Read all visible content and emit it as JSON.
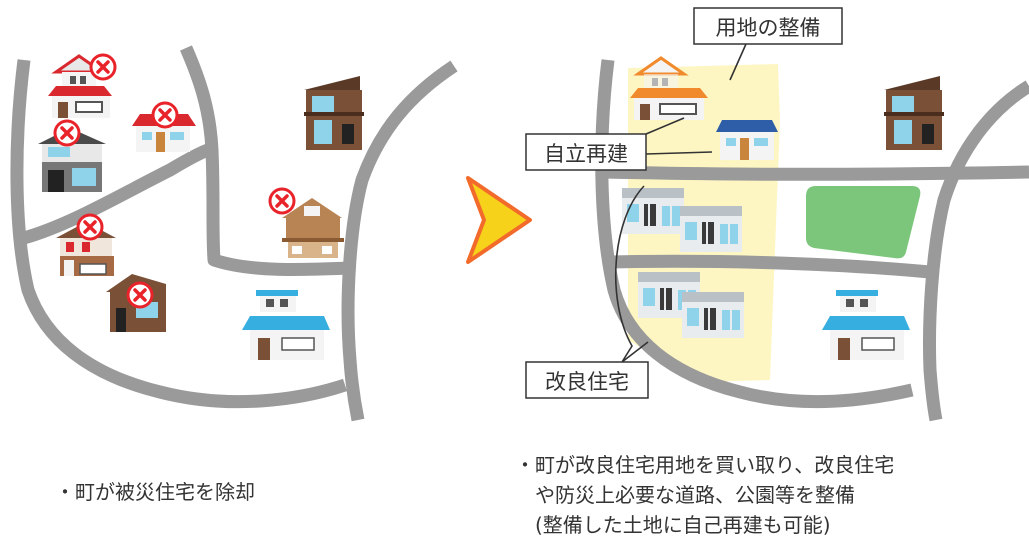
{
  "colors": {
    "road": "#9a9a9a",
    "land_highlight": "#fdf6c3",
    "park": "#7cc67c",
    "arrow_fill": "#f7d21b",
    "arrow_stroke": "#f26b2a",
    "cross_mark": "#e8232a",
    "red_roof": "#d9282e",
    "orange_roof": "#f08a2c",
    "blue_roof": "#2f5ea8",
    "cyan_roof": "#37aee0",
    "dark_roof": "#4a4a4a",
    "brown_house": "#7a5037",
    "window": "#8fd3ea"
  },
  "before": {
    "caption_bullet": "・",
    "caption": "町が被災住宅を除却",
    "removal_mark_icon": "cross-mark-icon"
  },
  "after": {
    "label_land": "用地の整備",
    "label_rebuild": "自立再建",
    "label_improved_housing": "改良住宅",
    "caption_bullet": "・",
    "caption_line1": "町が改良住宅用地を買い取り、改良住宅",
    "caption_line2": "や防災上必要な道路、公園等を整備",
    "caption_line3": "(整備した土地に自己再建も可能)"
  },
  "transition_icon": "arrow-right-icon"
}
